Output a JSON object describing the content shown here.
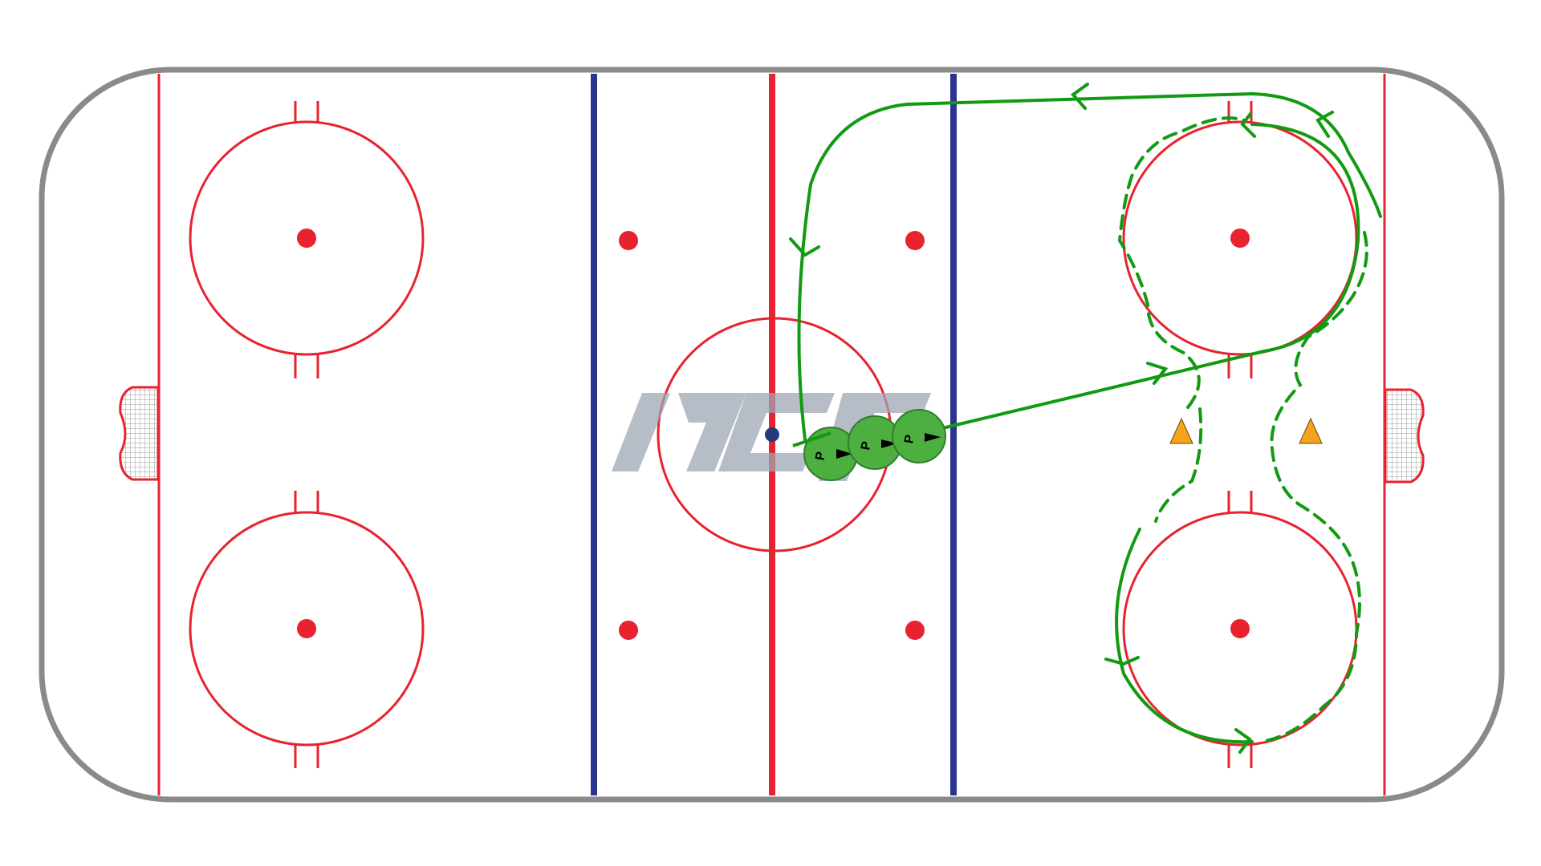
{
  "diagram": {
    "type": "hockey-drill",
    "colors": {
      "boards": "#8a8a8a",
      "red_line": "#e8222e",
      "blue_line": "#2b3590",
      "path": "#129a12",
      "player_fill": "#4caf3f",
      "player_stroke": "#2f7d2f",
      "cone": "#f5a31a",
      "puck": "#253a7e",
      "watermark": "#9ea7b3"
    },
    "players": [
      {
        "label": "P"
      },
      {
        "label": "P"
      },
      {
        "label": "P"
      }
    ],
    "cones": 2,
    "watermark_icon": "logo-watermark-icon"
  }
}
